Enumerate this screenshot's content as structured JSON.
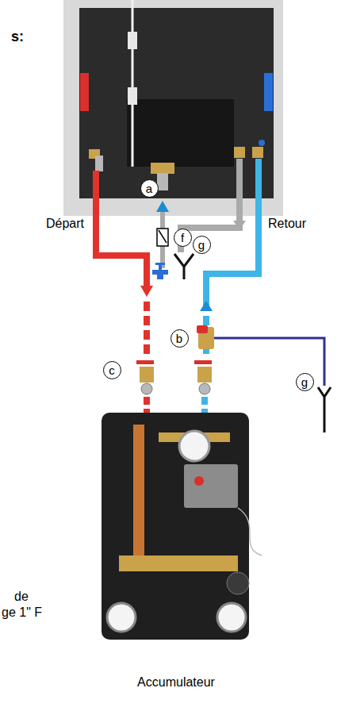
{
  "diagram": {
    "nodes": [
      {
        "text": [
          "a"
        ]
      },
      {
        "text": [
          "f"
        ]
      },
      {
        "text": [
          "g"
        ]
      },
      {
        "text": [
          "b"
        ]
      },
      {
        "text": [
          "c"
        ]
      },
      {
        "text": [
          "g"
        ]
      }
    ],
    "labels": [
      "s:",
      "Départ",
      "Retour",
      "de",
      "ge 1\" F",
      "Accumulateur"
    ]
  }
}
